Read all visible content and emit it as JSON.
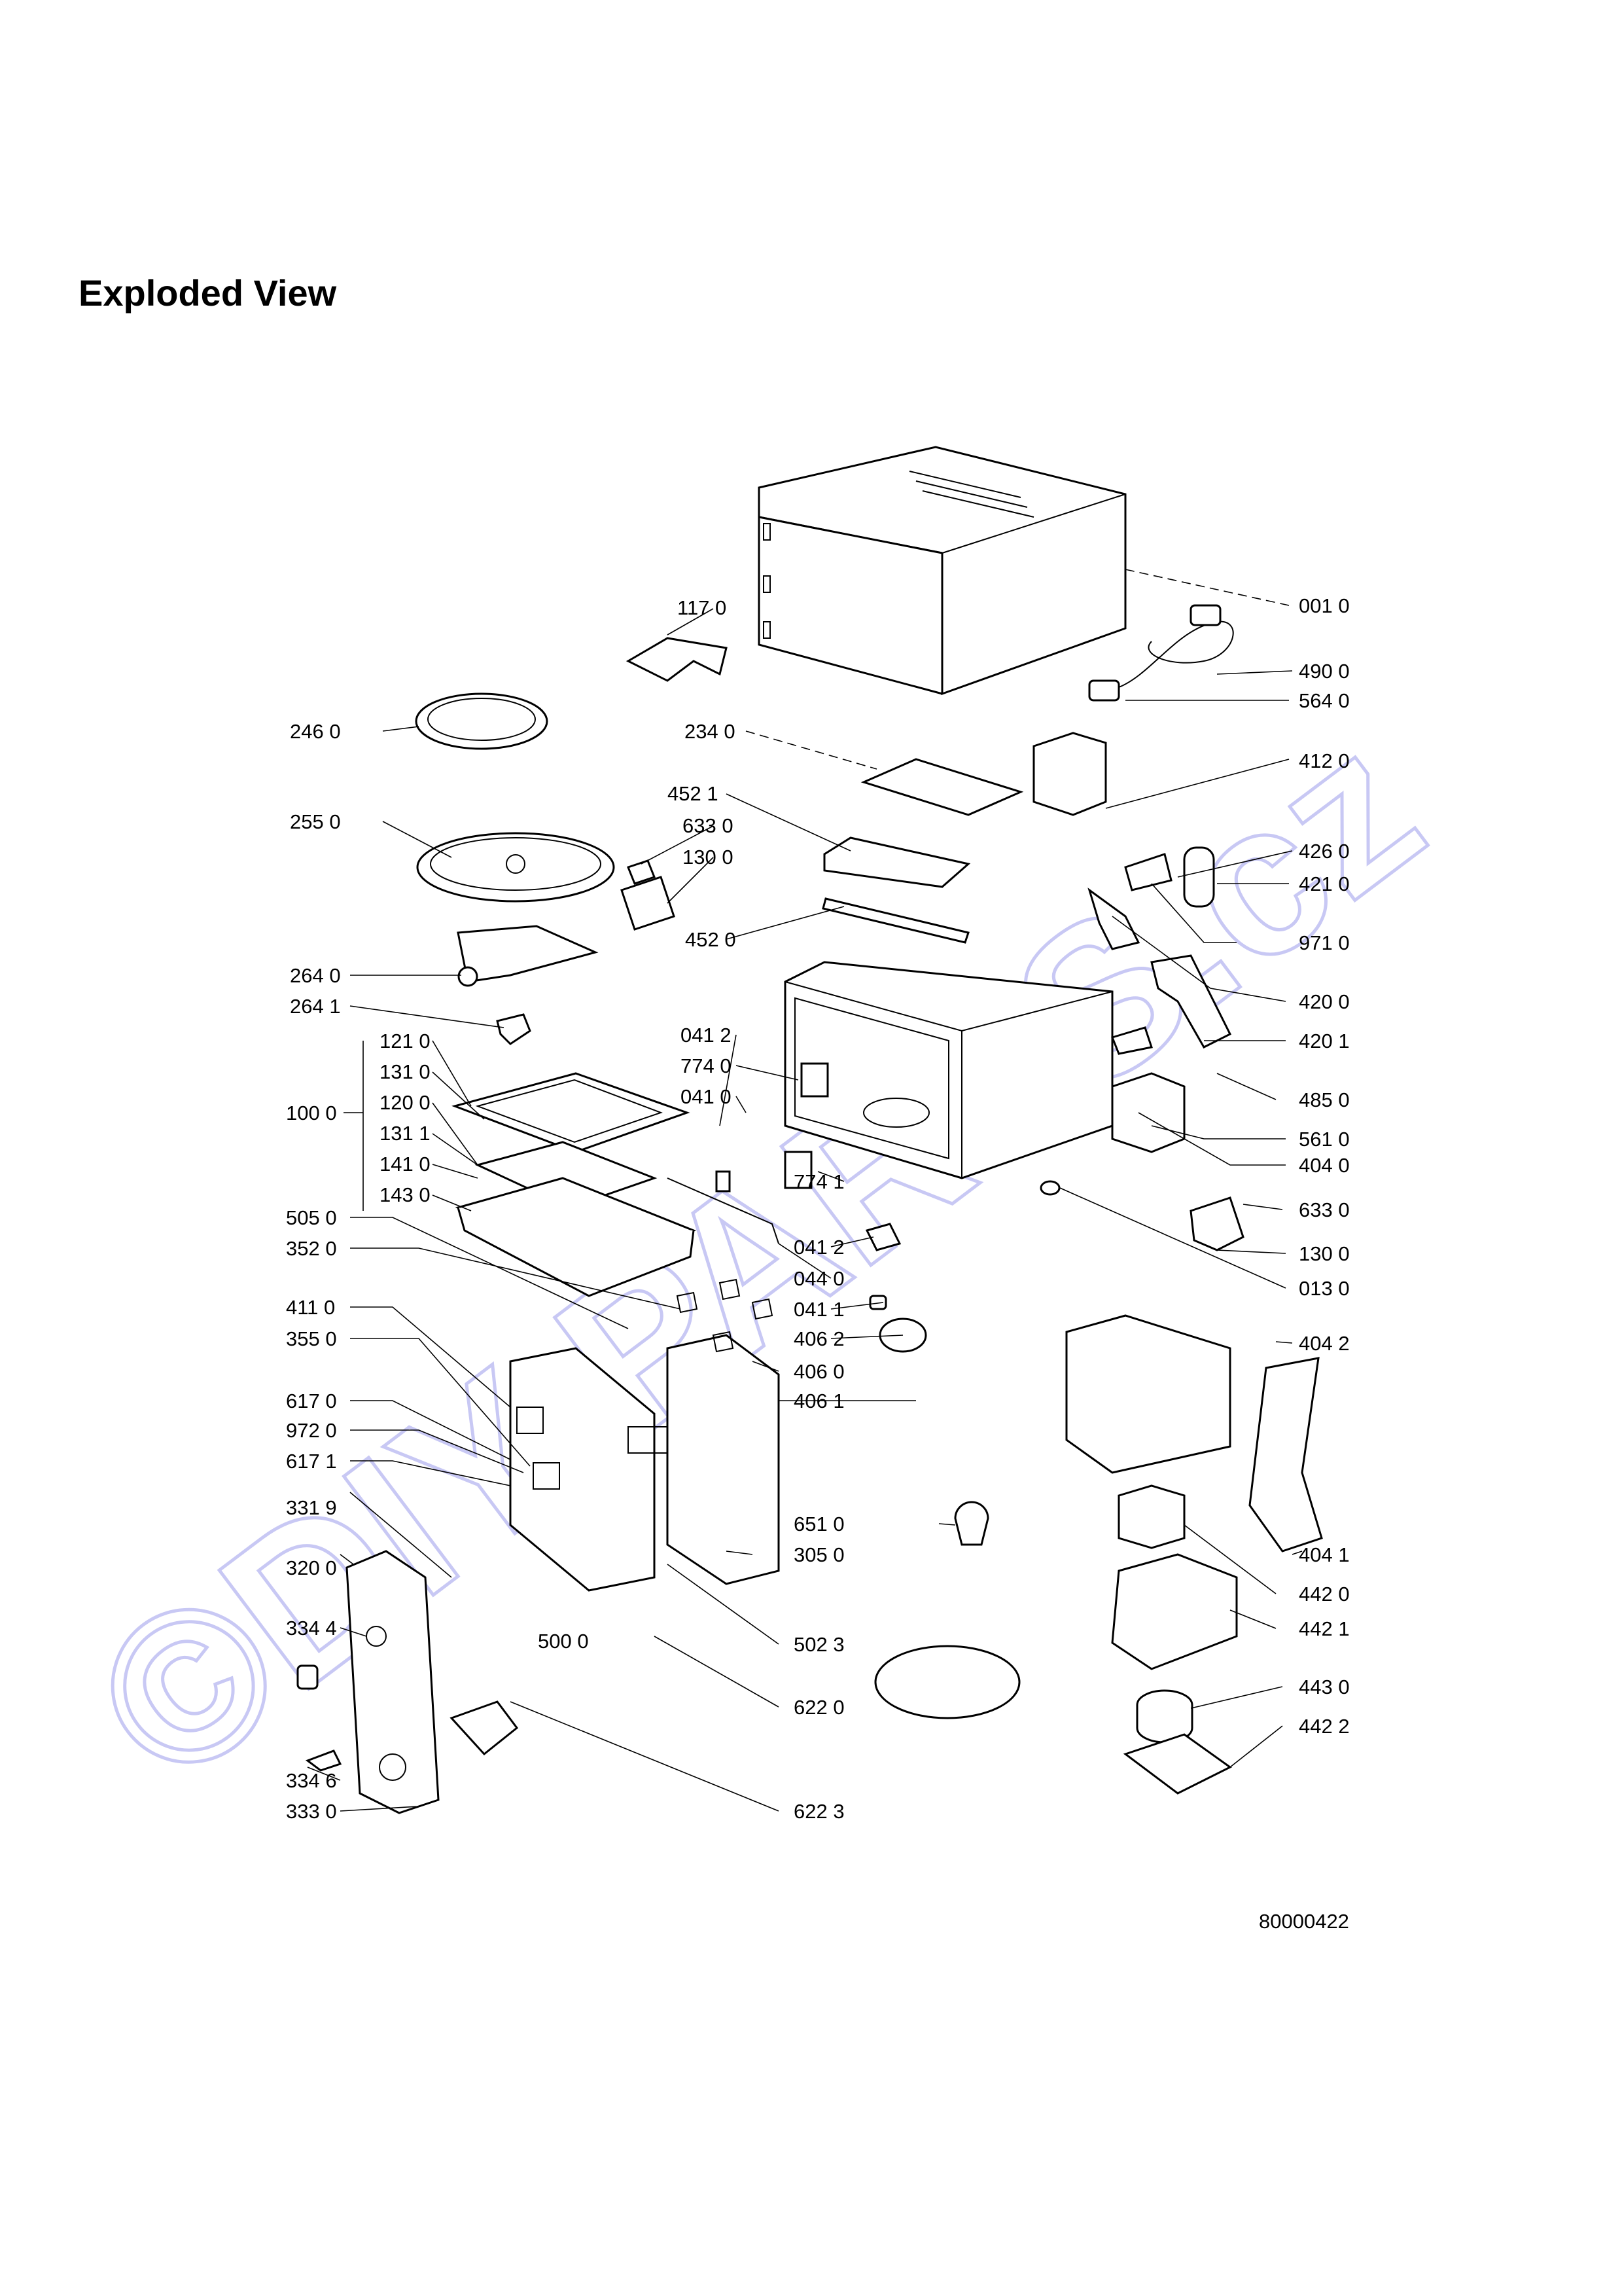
{
  "page_title": "Exploded View",
  "watermark_text": "©DIY-PARTS.cz",
  "document_number": "80000422",
  "labels_left": [
    "117 0",
    "246 0",
    "234 0",
    "255 0",
    "452 1",
    "633 0",
    "130 0",
    "452 0",
    "264 0",
    "264 1",
    "121 0",
    "131 0",
    "120 0",
    "100 0",
    "131 1",
    "141 0",
    "143 0",
    "505 0",
    "352 0",
    "041 2",
    "774 0",
    "041 0",
    "774 1",
    "041 2",
    "044 0",
    "041 1",
    "406 2",
    "406 0",
    "406 1",
    "411 0",
    "355 0",
    "617 0",
    "972 0",
    "617 1",
    "331 9",
    "320 0",
    "334 4",
    "500 0",
    "334 6",
    "333 0",
    "651 0",
    "305 0",
    "502 3",
    "622 0",
    "622 3"
  ],
  "labels_right": [
    "001 0",
    "490 0",
    "564 0",
    "412 0",
    "426 0",
    "421 0",
    "971 0",
    "420 0",
    "420 1",
    "485 0",
    "561 0",
    "404 0",
    "633 0",
    "130 0",
    "013 0",
    "404 2",
    "404 1",
    "442 0",
    "442 1",
    "443 0",
    "442 2"
  ]
}
